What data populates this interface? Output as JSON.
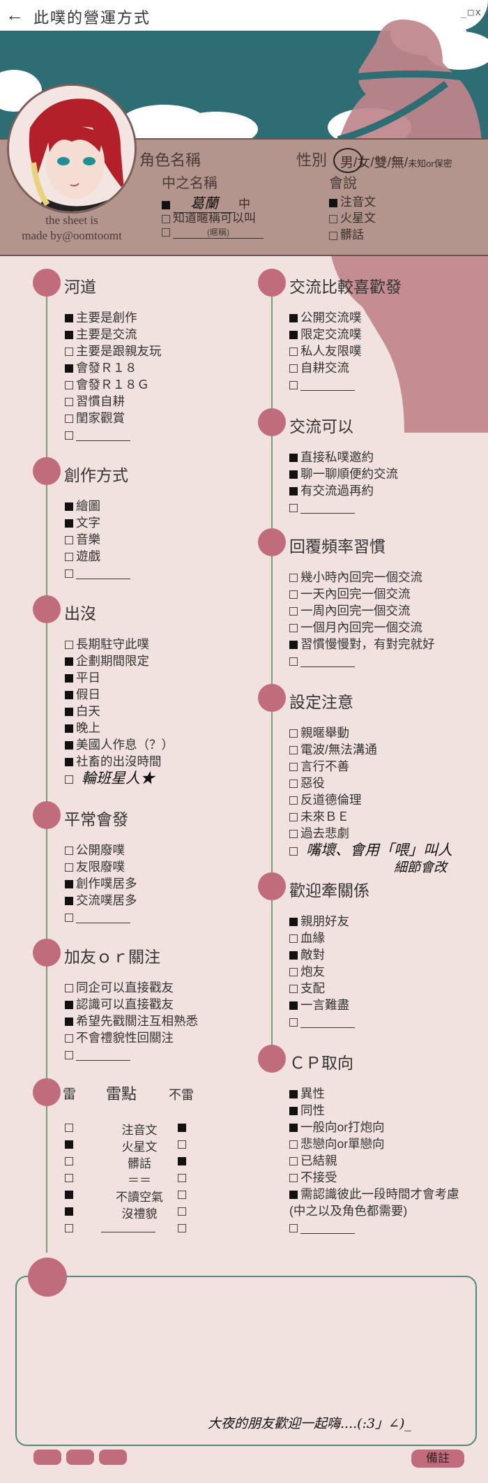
{
  "header": {
    "title": "此噗的營運方式",
    "controls": "_□x"
  },
  "profile": {
    "credit_line1": "the sheet is",
    "credit_line2": "made by@oomtoomt",
    "char_name_label": "角色名稱",
    "gender_label": "性別",
    "gender_opts": [
      "男",
      "/女/雙/無/",
      "未知or保密"
    ],
    "cv_label": "中之名稱",
    "cv_options": [
      {
        "checked": true,
        "value": "葛蘭",
        "suffix": "中"
      },
      {
        "checked": false,
        "value": "知道暱稱可以叫",
        "suffix": ""
      },
      {
        "checked": false,
        "value": "",
        "suffix": "(暱稱)"
      }
    ],
    "speak_label": "會說",
    "speak_options": [
      {
        "checked": true,
        "label": "注音文"
      },
      {
        "checked": false,
        "label": "火星文"
      },
      {
        "checked": false,
        "label": "髒話"
      }
    ]
  },
  "sections_left": [
    {
      "title": "河道",
      "items": [
        {
          "checked": true,
          "label": "主要是創作"
        },
        {
          "checked": true,
          "label": "主要是交流"
        },
        {
          "checked": false,
          "label": "主要是跟親友玩"
        },
        {
          "checked": true,
          "label": "會發Ｒ１８"
        },
        {
          "checked": false,
          "label": "會發Ｒ１８Ｇ"
        },
        {
          "checked": false,
          "label": "習慣自耕"
        },
        {
          "checked": false,
          "label": "閨家觀賞"
        },
        {
          "checked": false,
          "label": "",
          "blank": true
        }
      ]
    },
    {
      "title": "創作方式",
      "items": [
        {
          "checked": true,
          "label": "繪圖"
        },
        {
          "checked": true,
          "label": "文字"
        },
        {
          "checked": false,
          "label": "音樂"
        },
        {
          "checked": false,
          "label": "遊戲"
        },
        {
          "checked": false,
          "label": "",
          "blank": true
        }
      ]
    },
    {
      "title": "出沒",
      "items": [
        {
          "checked": false,
          "label": "長期駐守此噗"
        },
        {
          "checked": true,
          "label": "企劃期間限定"
        },
        {
          "checked": true,
          "label": "平日"
        },
        {
          "checked": true,
          "label": "假日"
        },
        {
          "checked": true,
          "label": "白天"
        },
        {
          "checked": true,
          "label": "晚上"
        },
        {
          "checked": true,
          "label": "美國人作息（？）"
        },
        {
          "checked": true,
          "label": "社畜的出沒時間"
        },
        {
          "checked": false,
          "label": "",
          "hand": "輪班星人★"
        }
      ]
    },
    {
      "title": "平常會發",
      "items": [
        {
          "checked": false,
          "label": "公開廢噗"
        },
        {
          "checked": false,
          "label": "友限廢噗"
        },
        {
          "checked": true,
          "label": "創作噗居多"
        },
        {
          "checked": true,
          "label": "交流噗居多"
        },
        {
          "checked": false,
          "label": "",
          "blank": true
        }
      ]
    },
    {
      "title": "加友ｏｒ關注",
      "items": [
        {
          "checked": false,
          "label": "同企可以直接戳友"
        },
        {
          "checked": true,
          "label": "認識可以直接戳友"
        },
        {
          "checked": true,
          "label": "希望先戳關注互相熟悉"
        },
        {
          "checked": false,
          "label": "不會禮貌性回關注"
        },
        {
          "checked": false,
          "label": "",
          "blank": true
        }
      ]
    }
  ],
  "sections_right": [
    {
      "title": "交流比較喜歡發",
      "items": [
        {
          "checked": true,
          "label": "公開交流噗"
        },
        {
          "checked": true,
          "label": "限定交流噗"
        },
        {
          "checked": false,
          "label": "私人友限噗"
        },
        {
          "checked": false,
          "label": "自耕交流"
        },
        {
          "checked": false,
          "label": "",
          "blank": true
        }
      ]
    },
    {
      "title": "交流可以",
      "items": [
        {
          "checked": true,
          "label": "直接私噗邀約"
        },
        {
          "checked": true,
          "label": "聊一聊順便約交流"
        },
        {
          "checked": true,
          "label": "有交流過再約"
        },
        {
          "checked": false,
          "label": "",
          "blank": true
        }
      ]
    },
    {
      "title": "回覆頻率習慣",
      "items": [
        {
          "checked": false,
          "label": "幾小時內回完一個交流"
        },
        {
          "checked": false,
          "label": "一天內回完一個交流"
        },
        {
          "checked": false,
          "label": "一周內回完一個交流"
        },
        {
          "checked": false,
          "label": "一個月內回完一個交流"
        },
        {
          "checked": true,
          "label": "習慣慢慢對，有對完就好"
        },
        {
          "checked": false,
          "label": "",
          "blank": true
        }
      ]
    },
    {
      "title": "設定注意",
      "items": [
        {
          "checked": false,
          "label": "親暱舉動"
        },
        {
          "checked": false,
          "label": "電波/無法溝通"
        },
        {
          "checked": false,
          "label": "言行不善"
        },
        {
          "checked": false,
          "label": "惡役"
        },
        {
          "checked": false,
          "label": "反道德倫理"
        },
        {
          "checked": false,
          "label": "未來ＢＥ"
        },
        {
          "checked": false,
          "label": "過去悲劇"
        },
        {
          "checked": false,
          "label": "",
          "hand": "嘴壞、會用「喂」叫人",
          "hand2": "細節會改"
        }
      ]
    },
    {
      "title": "歡迎牽關係",
      "items": [
        {
          "checked": true,
          "label": "親朋好友"
        },
        {
          "checked": false,
          "label": "血緣"
        },
        {
          "checked": true,
          "label": "敵對"
        },
        {
          "checked": false,
          "label": "炮友"
        },
        {
          "checked": false,
          "label": "支配"
        },
        {
          "checked": true,
          "label": "一言難盡"
        },
        {
          "checked": false,
          "label": "",
          "blank": true
        }
      ]
    },
    {
      "title": "ＣＰ取向",
      "items": [
        {
          "checked": true,
          "label": "異性"
        },
        {
          "checked": true,
          "label": "同性"
        },
        {
          "checked": true,
          "label": "一般向or打炮向"
        },
        {
          "checked": false,
          "label": "悲戀向or單戀向"
        },
        {
          "checked": false,
          "label": "已結親"
        },
        {
          "checked": false,
          "label": "不接受"
        },
        {
          "checked": true,
          "label": "需認識彼此一段時間才會考慮"
        },
        {
          "checked": false,
          "label": "(中之以及角色都需要)",
          "nobox": true
        },
        {
          "checked": false,
          "label": "",
          "blank": true
        }
      ]
    }
  ],
  "lei": {
    "head_left": "雷",
    "head_mid": "雷點",
    "head_right": "不雷",
    "rows": [
      {
        "label": "注音文",
        "lei": false,
        "bulei": true
      },
      {
        "label": "火星文",
        "lei": true,
        "bulei": false
      },
      {
        "label": "髒話",
        "lei": false,
        "bulei": true
      },
      {
        "label": "＝＝",
        "lei": false,
        "bulei": false
      },
      {
        "label": "不讀空氣",
        "lei": true,
        "bulei": false
      },
      {
        "label": "沒禮貌",
        "lei": true,
        "bulei": false
      },
      {
        "label": "",
        "lei": false,
        "bulei": false,
        "blank": true
      }
    ]
  },
  "footer": {
    "note": "大夜的朋友歡迎一起嗨....(:3」∠)_",
    "note_button": "備註"
  },
  "colors": {
    "accent": "#c06c7c",
    "sky": "#2e6d73",
    "band": "#b3958e",
    "line": "#7a9a7a"
  }
}
